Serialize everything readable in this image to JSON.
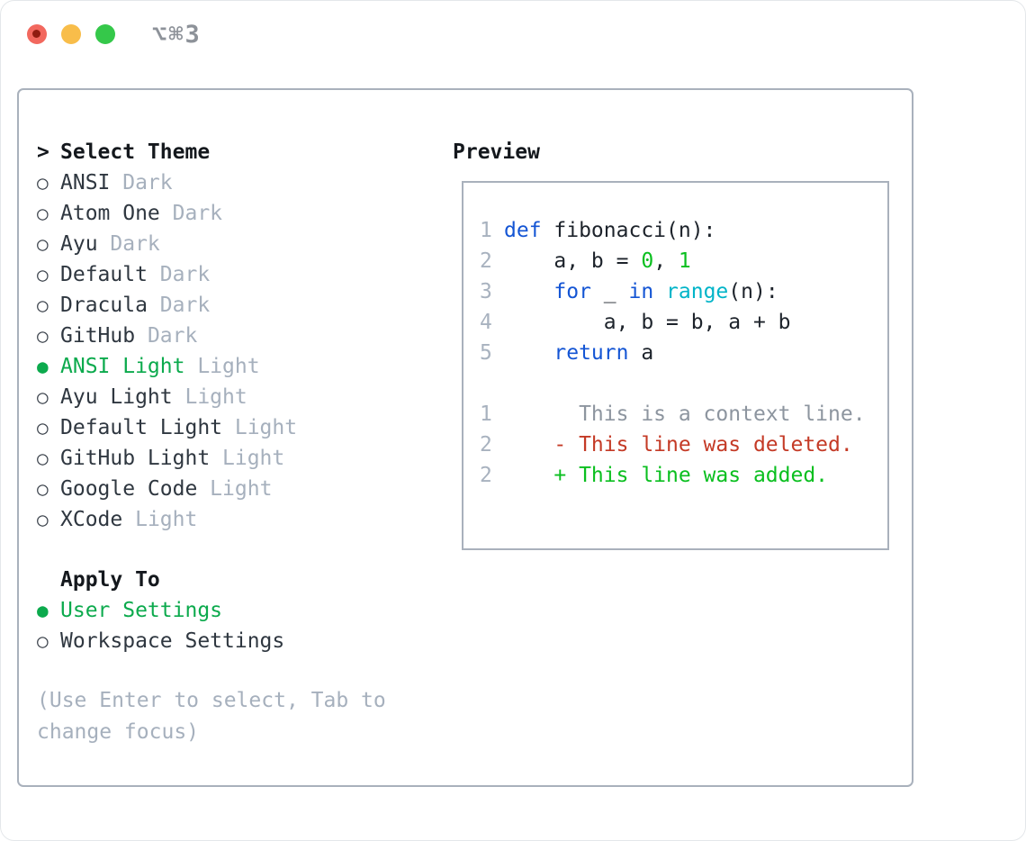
{
  "window": {
    "shortcut_label": "⌥⌘3"
  },
  "colors": {
    "traffic_red": "#f2685e",
    "traffic_red_dot": "#901c10",
    "traffic_yellow": "#f8bd4a",
    "traffic_green": "#35c84a",
    "shortcut_gray": "#8d9299",
    "border_gray": "#a9b1bc",
    "heading": "#14181d",
    "item_text": "#2f3740",
    "radio_gray": "#3c434c",
    "tag_gray": "#a6b0bd",
    "accent_green": "#0caa4d",
    "linenum_gray": "#a8b2bf",
    "context_gray": "#8d959f",
    "code_blue": "#1455d4",
    "code_cyan": "#00b4c8",
    "diff_green": "#0abf1f",
    "diff_red": "#c43a26",
    "fg": "#1d232b"
  },
  "markers": {
    "header": ">",
    "selected": "●",
    "unselected": "○"
  },
  "theme_selector": {
    "header": "Select Theme",
    "items": [
      {
        "label": "ANSI",
        "tag": "Dark",
        "selected": false
      },
      {
        "label": "Atom One",
        "tag": "Dark",
        "selected": false
      },
      {
        "label": "Ayu",
        "tag": "Dark",
        "selected": false
      },
      {
        "label": "Default",
        "tag": "Dark",
        "selected": false
      },
      {
        "label": "Dracula",
        "tag": "Dark",
        "selected": false
      },
      {
        "label": "GitHub",
        "tag": "Dark",
        "selected": false
      },
      {
        "label": "ANSI Light",
        "tag": "Light",
        "selected": true
      },
      {
        "label": "Ayu Light",
        "tag": "Light",
        "selected": false
      },
      {
        "label": "Default Light",
        "tag": "Light",
        "selected": false
      },
      {
        "label": "GitHub Light",
        "tag": "Light",
        "selected": false
      },
      {
        "label": "Google Code",
        "tag": "Light",
        "selected": false
      },
      {
        "label": "XCode",
        "tag": "Light",
        "selected": false
      }
    ]
  },
  "apply_to": {
    "header": "Apply To",
    "items": [
      {
        "label": "User Settings",
        "selected": true
      },
      {
        "label": "Workspace Settings",
        "selected": false
      }
    ]
  },
  "help_text": "(Use Enter to select, Tab to change focus)",
  "preview": {
    "header": "Preview",
    "lines": [
      {
        "num": "1",
        "segs": [
          [
            "kw",
            "def"
          ],
          [
            "fg",
            " fibonacci(n):"
          ]
        ]
      },
      {
        "num": "2",
        "segs": [
          [
            "fg",
            "    a, b = "
          ],
          [
            "num",
            "0"
          ],
          [
            "fg",
            ", "
          ],
          [
            "num",
            "1"
          ]
        ]
      },
      {
        "num": "3",
        "segs": [
          [
            "fg",
            "    "
          ],
          [
            "kw",
            "for"
          ],
          [
            "fg",
            " _ "
          ],
          [
            "kw",
            "in"
          ],
          [
            "fg",
            " "
          ],
          [
            "fn",
            "range"
          ],
          [
            "fg",
            "(n):"
          ]
        ]
      },
      {
        "num": "4",
        "segs": [
          [
            "fg",
            "        a, b = b, a + b"
          ]
        ]
      },
      {
        "num": "5",
        "segs": [
          [
            "fg",
            "    "
          ],
          [
            "kw",
            "return"
          ],
          [
            "fg",
            " a"
          ]
        ]
      },
      {
        "num": "",
        "segs": []
      },
      {
        "num": "1",
        "segs": [
          [
            "ctx",
            "      This is a context line."
          ]
        ]
      },
      {
        "num": "2",
        "segs": [
          [
            "del",
            "    - This line was deleted."
          ]
        ]
      },
      {
        "num": "2",
        "segs": [
          [
            "add",
            "    + This line was added."
          ]
        ]
      }
    ]
  }
}
